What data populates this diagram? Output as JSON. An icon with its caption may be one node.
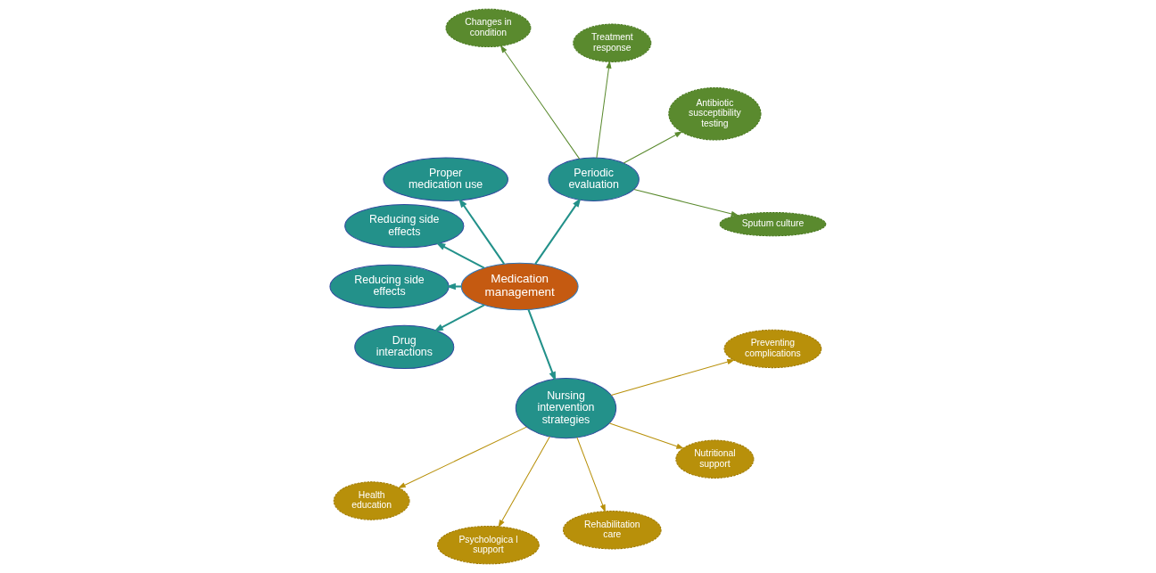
{
  "diagram": {
    "nodes": [
      {
        "text": [
          "Medication management"
        ]
      },
      {
        "text": [
          "Periodic evaluation"
        ]
      },
      {
        "text": [
          "Sputum culture"
        ]
      },
      {
        "text": [
          "Antibiotic susceptibility testing"
        ]
      },
      {
        "text": [
          "Treatment response"
        ]
      },
      {
        "text": [
          "Changes in condition"
        ]
      },
      {
        "text": [
          "Proper medication use"
        ]
      },
      {
        "text": [
          "Reducing side effects"
        ]
      },
      {
        "text": [
          "Reducing side effects"
        ]
      },
      {
        "text": [
          "Drug interactions"
        ]
      },
      {
        "text": [
          "Nursing intervention strategies"
        ]
      },
      {
        "text": [
          "Health education"
        ]
      },
      {
        "text": [
          "Psychologica l support"
        ]
      },
      {
        "text": [
          "Rehabilitation care"
        ]
      },
      {
        "text": [
          "Nutritional support"
        ]
      },
      {
        "text": [
          "Preventing complications"
        ]
      }
    ],
    "edges": [
      {
        "from": 0,
        "to": 1,
        "arrow": "to"
      },
      {
        "from": 1,
        "to": 2,
        "arrow": "to",
        "color": "#5a8a2e"
      },
      {
        "from": 1,
        "to": 3,
        "arrow": "to",
        "color": "#5a8a2e"
      },
      {
        "from": 1,
        "to": 4,
        "arrow": "to",
        "color": "#5a8a2e"
      },
      {
        "from": 1,
        "to": 5,
        "arrow": "to",
        "color": "#5a8a2e"
      },
      {
        "from": 0,
        "to": 6,
        "arrow": "to"
      },
      {
        "from": 0,
        "to": 7,
        "arrow": "to"
      },
      {
        "from": 0,
        "to": 8,
        "arrow": "to"
      },
      {
        "from": 0,
        "to": 9,
        "arrow": "to"
      },
      {
        "from": 0,
        "to": 10,
        "arrow": "to"
      },
      {
        "from": 10,
        "to": 11,
        "arrow": "to",
        "color": "#b8900a"
      },
      {
        "from": 10,
        "to": 12,
        "arrow": "to",
        "color": "#b8900a"
      },
      {
        "from": 10,
        "to": 13,
        "arrow": "to",
        "color": "#b8900a"
      },
      {
        "from": 10,
        "to": 14,
        "arrow": "to",
        "color": "#b8900a"
      },
      {
        "from": 10,
        "to": 15,
        "arrow": "to",
        "color": "#b8900a"
      }
    ]
  }
}
